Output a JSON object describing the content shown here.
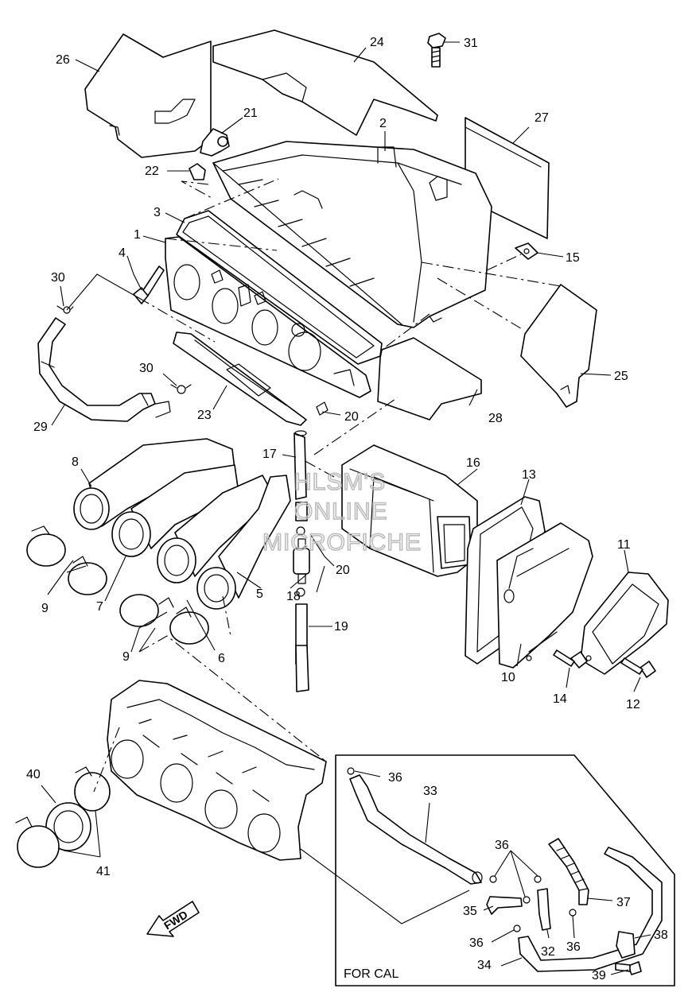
{
  "watermark": {
    "line1": "HLSM'S",
    "line2": "ONLINE",
    "line3": "MICROFICHE"
  },
  "arrow_label": "FWD",
  "inset_label": "FOR CAL",
  "callouts": [
    {
      "id": "c1",
      "text": "1"
    },
    {
      "id": "c2",
      "text": "2"
    },
    {
      "id": "c3",
      "text": "3"
    },
    {
      "id": "c4",
      "text": "4"
    },
    {
      "id": "c5",
      "text": "5"
    },
    {
      "id": "c6",
      "text": "6"
    },
    {
      "id": "c7",
      "text": "7"
    },
    {
      "id": "c8",
      "text": "8"
    },
    {
      "id": "c9a",
      "text": "9"
    },
    {
      "id": "c9b",
      "text": "9"
    },
    {
      "id": "c10",
      "text": "10"
    },
    {
      "id": "c11",
      "text": "11"
    },
    {
      "id": "c12",
      "text": "12"
    },
    {
      "id": "c13",
      "text": "13"
    },
    {
      "id": "c14",
      "text": "14"
    },
    {
      "id": "c15",
      "text": "15"
    },
    {
      "id": "c16",
      "text": "16"
    },
    {
      "id": "c17",
      "text": "17"
    },
    {
      "id": "c18",
      "text": "18"
    },
    {
      "id": "c19",
      "text": "19"
    },
    {
      "id": "c20a",
      "text": "20"
    },
    {
      "id": "c20b",
      "text": "20"
    },
    {
      "id": "c21",
      "text": "21"
    },
    {
      "id": "c22",
      "text": "22"
    },
    {
      "id": "c23",
      "text": "23"
    },
    {
      "id": "c24",
      "text": "24"
    },
    {
      "id": "c25",
      "text": "25"
    },
    {
      "id": "c26",
      "text": "26"
    },
    {
      "id": "c27",
      "text": "27"
    },
    {
      "id": "c28",
      "text": "28"
    },
    {
      "id": "c29",
      "text": "29"
    },
    {
      "id": "c30a",
      "text": "30"
    },
    {
      "id": "c30b",
      "text": "30"
    },
    {
      "id": "c31",
      "text": "31"
    },
    {
      "id": "c32",
      "text": "32"
    },
    {
      "id": "c33",
      "text": "33"
    },
    {
      "id": "c34",
      "text": "34"
    },
    {
      "id": "c35",
      "text": "35"
    },
    {
      "id": "c36a",
      "text": "36"
    },
    {
      "id": "c36b",
      "text": "36"
    },
    {
      "id": "c36c",
      "text": "36"
    },
    {
      "id": "c36d",
      "text": "36"
    },
    {
      "id": "c37",
      "text": "37"
    },
    {
      "id": "c38",
      "text": "38"
    },
    {
      "id": "c39",
      "text": "39"
    },
    {
      "id": "c40",
      "text": "40"
    },
    {
      "id": "c41",
      "text": "41"
    }
  ]
}
